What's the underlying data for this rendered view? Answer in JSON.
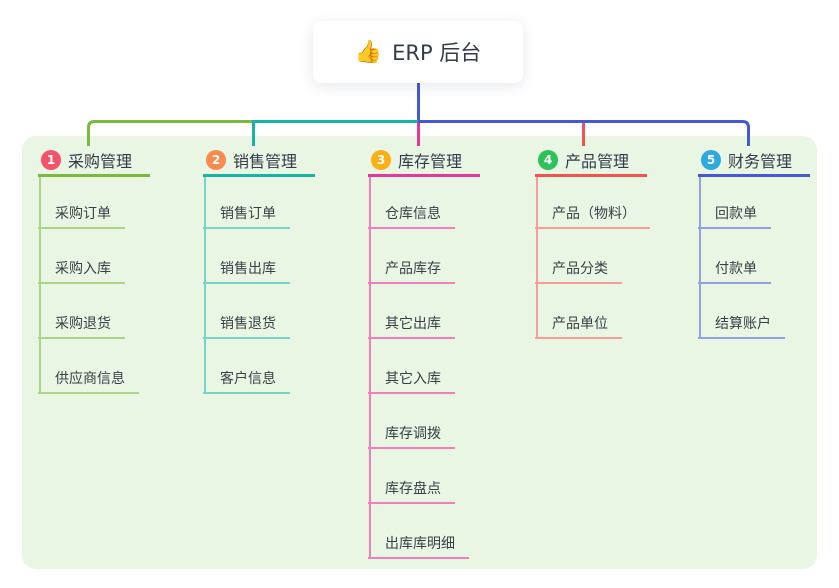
{
  "root": {
    "icon": "👍",
    "label": "ERP 后台"
  },
  "colors": {
    "canvas_bg": "#FFFFFF",
    "panel_bg": "#E9F6E4",
    "node_bg": "#FFFFFF",
    "root_link": "#4659CE",
    "title_text": "#333A49",
    "child_text": "#3A3F47"
  },
  "branches": [
    {
      "badge": "1",
      "label": "采购管理",
      "badge_color": "#F2556A",
      "line_color": "#7CB93F",
      "child_line_color": "#A9D584",
      "children": [
        "采购订单",
        "采购入库",
        "采购退货",
        "供应商信息"
      ]
    },
    {
      "badge": "2",
      "label": "销售管理",
      "badge_color": "#FB8A4E",
      "line_color": "#19B3A5",
      "child_line_color": "#7AD3C8",
      "children": [
        "销售订单",
        "销售出库",
        "销售退货",
        "客户信息"
      ]
    },
    {
      "badge": "3",
      "label": "库存管理",
      "badge_color": "#FBB016",
      "line_color": "#E23A9B",
      "child_line_color": "#F17FBE",
      "children": [
        "仓库信息",
        "产品库存",
        "其它出库",
        "其它入库",
        "库存调拨",
        "库存盘点",
        "出库库明细"
      ]
    },
    {
      "badge": "4",
      "label": "产品管理",
      "badge_color": "#2EC05B",
      "line_color": "#F05450",
      "child_line_color": "#F59D97",
      "children": [
        "产品（物料）",
        "产品分类",
        "产品单位"
      ]
    },
    {
      "badge": "5",
      "label": "财务管理",
      "badge_color": "#2FA9E1",
      "line_color": "#4659CE",
      "child_line_color": "#90A3E0",
      "children": [
        "回款单",
        "付款单",
        "结算账户"
      ]
    }
  ]
}
